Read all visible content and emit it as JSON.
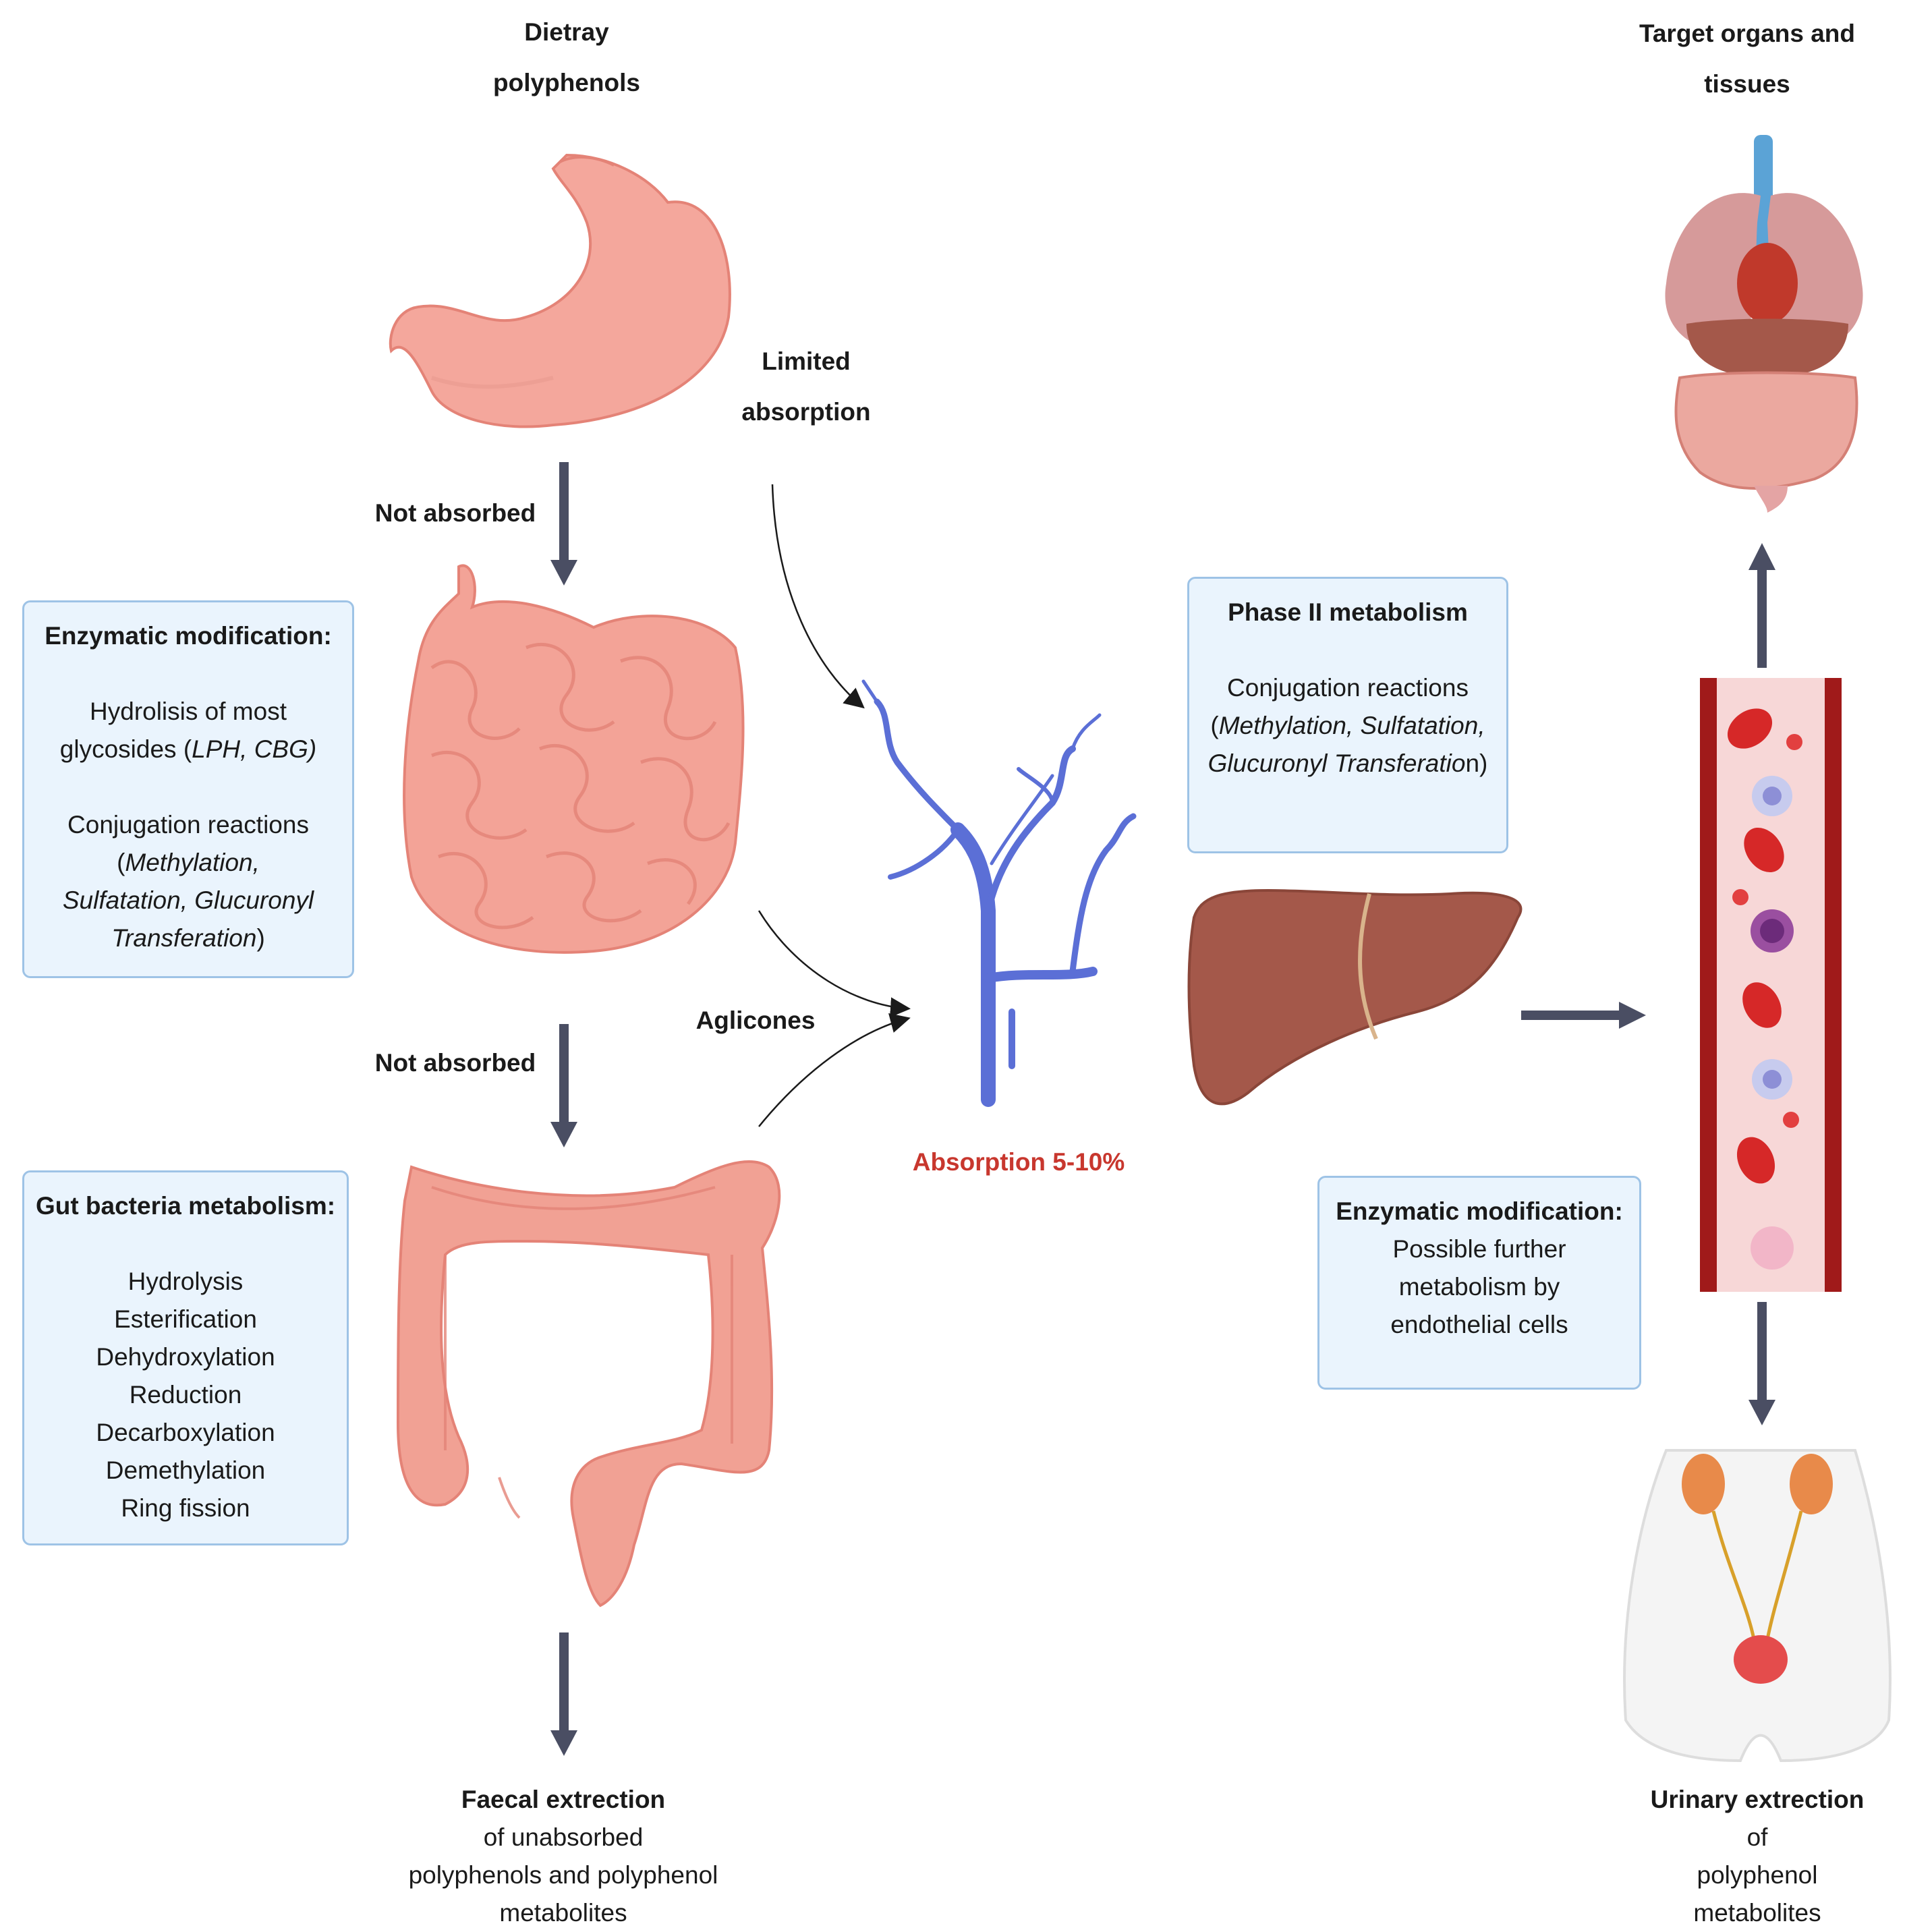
{
  "labels": {
    "dietary": [
      "Dietray",
      "polyphenols"
    ],
    "target": [
      "Target organs and",
      "tissues"
    ],
    "limited": [
      "Limited",
      "absorption"
    ],
    "not_absorbed_1": "Not absorbed",
    "not_absorbed_2": "Not absorbed",
    "aglicones": "Aglicones",
    "absorption": "Absorption 5-10%"
  },
  "boxes": {
    "enzymatic_left": {
      "title": "Enzymatic modification:",
      "line1": "Hydrolisis of most",
      "line2a": "glycosides  (",
      "line2b": "LPH, CBG)",
      "line3": "Conjugation  reactions",
      "line4a": "(",
      "line4b": "Methylation,",
      "line5": "Sulfatation, Glucuronyl",
      "line6a": "Transferation",
      "line6b": ")"
    },
    "gut_bacteria": {
      "title": "Gut bacteria metabolism:",
      "items": [
        "Hydrolysis",
        "Esterification",
        "Dehydroxylation",
        "Reduction",
        "Decarboxylation",
        "Demethylation",
        "Ring fission"
      ]
    },
    "phase2": {
      "title": "Phase  II  metabolism",
      "line1": "Conjugation  reactions",
      "line2a": "(",
      "line2b": "Methylation,  Sulfatation,",
      "line3a": "Glucuronyl Transferatio",
      "line3b": "n)"
    },
    "enzymatic_right": {
      "title": "Enzymatic modification:",
      "lines": [
        "Possible further",
        "metabolism by",
        "endothelial cells"
      ]
    }
  },
  "captions": {
    "faecal": {
      "bold": "Faecal extrection",
      "rest1": " of unabsorbed",
      "line2": "polyphenols and polyphenol",
      "line3": "metabolites"
    },
    "urinary": {
      "bold": "Urinary extrection",
      "rest1": " of",
      "line2": "polyphenol",
      "line3": "metabolites"
    }
  },
  "icons": [
    "stomach-icon",
    "small-intestine-icon",
    "large-intestine-icon",
    "blood-vessels-icon",
    "liver-icon",
    "blood-stream-icon",
    "organs-icon",
    "urinary-system-icon"
  ],
  "colors": {
    "organ_pink": "#f4a79c",
    "organ_outline": "#e48377",
    "liver": "#a4584a",
    "vein": "#5b6fd6",
    "arrow": "#4a4e63",
    "red_accent": "#c8372e",
    "box_fill": "#eaf4fd",
    "box_border": "#9ec3e6"
  }
}
